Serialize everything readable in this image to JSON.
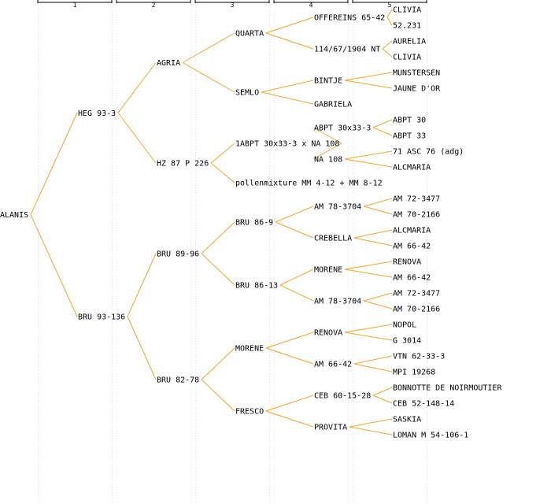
{
  "colors": {
    "edge": "#f5a623",
    "text": "#000000",
    "header": "#000000",
    "guide": "#e2e2e2",
    "background": "#ffffff"
  },
  "generations": [
    "1",
    "2",
    "3",
    "4",
    "5"
  ],
  "nodes": [
    {
      "id": "n0",
      "label": "ALANIS",
      "gen": 0
    },
    {
      "id": "n1",
      "label": "HEG 93-3",
      "gen": 1,
      "parent": "n0"
    },
    {
      "id": "n2",
      "label": "BRU 93-136",
      "gen": 1,
      "parent": "n0"
    },
    {
      "id": "n3",
      "label": "AGRIA",
      "gen": 2,
      "parent": "n1"
    },
    {
      "id": "n4",
      "label": "HZ 87 P 226",
      "gen": 2,
      "parent": "n1"
    },
    {
      "id": "n5",
      "label": "BRU 89-96",
      "gen": 2,
      "parent": "n2"
    },
    {
      "id": "n6",
      "label": "BRU 82-78",
      "gen": 2,
      "parent": "n2"
    },
    {
      "id": "n7",
      "label": "QUARTA",
      "gen": 3,
      "parent": "n3"
    },
    {
      "id": "n8",
      "label": "SEMLO",
      "gen": 3,
      "parent": "n3"
    },
    {
      "id": "n9",
      "label": "1ABPT 30x33-3 x NA 108",
      "gen": 3,
      "parent": "n4"
    },
    {
      "id": "n10",
      "label": "pollenmixture MM 4-12 + MM 8-12",
      "gen": 3,
      "parent": "n4"
    },
    {
      "id": "n11",
      "label": "BRU 86-9",
      "gen": 3,
      "parent": "n5"
    },
    {
      "id": "n12",
      "label": "BRU 86-13",
      "gen": 3,
      "parent": "n5"
    },
    {
      "id": "n13",
      "label": "MORENE",
      "gen": 3,
      "parent": "n6"
    },
    {
      "id": "n14",
      "label": "FRESCO",
      "gen": 3,
      "parent": "n6"
    },
    {
      "id": "n15",
      "label": "OFFEREINS 65-42",
      "gen": 4,
      "parent": "n7"
    },
    {
      "id": "n16",
      "label": "114/67/1904 NT",
      "gen": 4,
      "parent": "n7"
    },
    {
      "id": "n17",
      "label": "BINTJE",
      "gen": 4,
      "parent": "n8"
    },
    {
      "id": "n18",
      "label": "GABRIELA",
      "gen": 4,
      "parent": "n8"
    },
    {
      "id": "n19",
      "label": "ABPT 30x33-3",
      "gen": 4,
      "parent": "n9"
    },
    {
      "id": "n20",
      "label": "NA 108",
      "gen": 4,
      "parent": "n9"
    },
    {
      "id": "n21",
      "label": "AM 78-3704",
      "gen": 4,
      "parent": "n11"
    },
    {
      "id": "n22",
      "label": "CREBELLA",
      "gen": 4,
      "parent": "n11"
    },
    {
      "id": "n23",
      "label": "MORENE",
      "gen": 4,
      "parent": "n12"
    },
    {
      "id": "n24",
      "label": "AM 78-3704",
      "gen": 4,
      "parent": "n12"
    },
    {
      "id": "n25",
      "label": "RENOVA",
      "gen": 4,
      "parent": "n13"
    },
    {
      "id": "n26",
      "label": "AM 66-42",
      "gen": 4,
      "parent": "n13"
    },
    {
      "id": "n27",
      "label": "CEB 60-15-28",
      "gen": 4,
      "parent": "n14"
    },
    {
      "id": "n28",
      "label": "PROVITA",
      "gen": 4,
      "parent": "n14"
    },
    {
      "id": "n29",
      "label": "CLIVIA",
      "gen": 5,
      "parent": "n15"
    },
    {
      "id": "n30",
      "label": "52.231",
      "gen": 5,
      "parent": "n15"
    },
    {
      "id": "n31",
      "label": "AURELIA",
      "gen": 5,
      "parent": "n16"
    },
    {
      "id": "n32",
      "label": "CLIVIA",
      "gen": 5,
      "parent": "n16"
    },
    {
      "id": "n33",
      "label": "MUNSTERSEN",
      "gen": 5,
      "parent": "n17"
    },
    {
      "id": "n34",
      "label": "JAUNE D'OR",
      "gen": 5,
      "parent": "n17"
    },
    {
      "id": "n35",
      "label": "ABPT 30",
      "gen": 5,
      "parent": "n19"
    },
    {
      "id": "n36",
      "label": "ABPT 33",
      "gen": 5,
      "parent": "n19"
    },
    {
      "id": "n37",
      "label": "71 ASC 76 (adg)",
      "gen": 5,
      "parent": "n20"
    },
    {
      "id": "n38",
      "label": "ALCMARIA",
      "gen": 5,
      "parent": "n20"
    },
    {
      "id": "n39",
      "label": "AM 72-3477",
      "gen": 5,
      "parent": "n21"
    },
    {
      "id": "n40",
      "label": "AM 70-2166",
      "gen": 5,
      "parent": "n21"
    },
    {
      "id": "n41",
      "label": "ALCMARIA",
      "gen": 5,
      "parent": "n22"
    },
    {
      "id": "n42",
      "label": "AM 66-42",
      "gen": 5,
      "parent": "n22"
    },
    {
      "id": "n43",
      "label": "RENOVA",
      "gen": 5,
      "parent": "n23"
    },
    {
      "id": "n44",
      "label": "AM 66-42",
      "gen": 5,
      "parent": "n23"
    },
    {
      "id": "n45",
      "label": "AM 72-3477",
      "gen": 5,
      "parent": "n24"
    },
    {
      "id": "n46",
      "label": "AM 70-2166",
      "gen": 5,
      "parent": "n24"
    },
    {
      "id": "n47",
      "label": "NOPOL",
      "gen": 5,
      "parent": "n25"
    },
    {
      "id": "n48",
      "label": "G 3014",
      "gen": 5,
      "parent": "n25"
    },
    {
      "id": "n49",
      "label": "VTN 62-33-3",
      "gen": 5,
      "parent": "n26"
    },
    {
      "id": "n50",
      "label": "MPI 19268",
      "gen": 5,
      "parent": "n26"
    },
    {
      "id": "n51",
      "label": "BONNOTTE DE NOIRMOUTIER",
      "gen": 5,
      "parent": "n27"
    },
    {
      "id": "n52",
      "label": "CEB 52-148-14",
      "gen": 5,
      "parent": "n27"
    },
    {
      "id": "n53",
      "label": "SASKIA",
      "gen": 5,
      "parent": "n28"
    },
    {
      "id": "n54",
      "label": "LOMAN M 54-106-1",
      "gen": 5,
      "parent": "n28"
    }
  ]
}
